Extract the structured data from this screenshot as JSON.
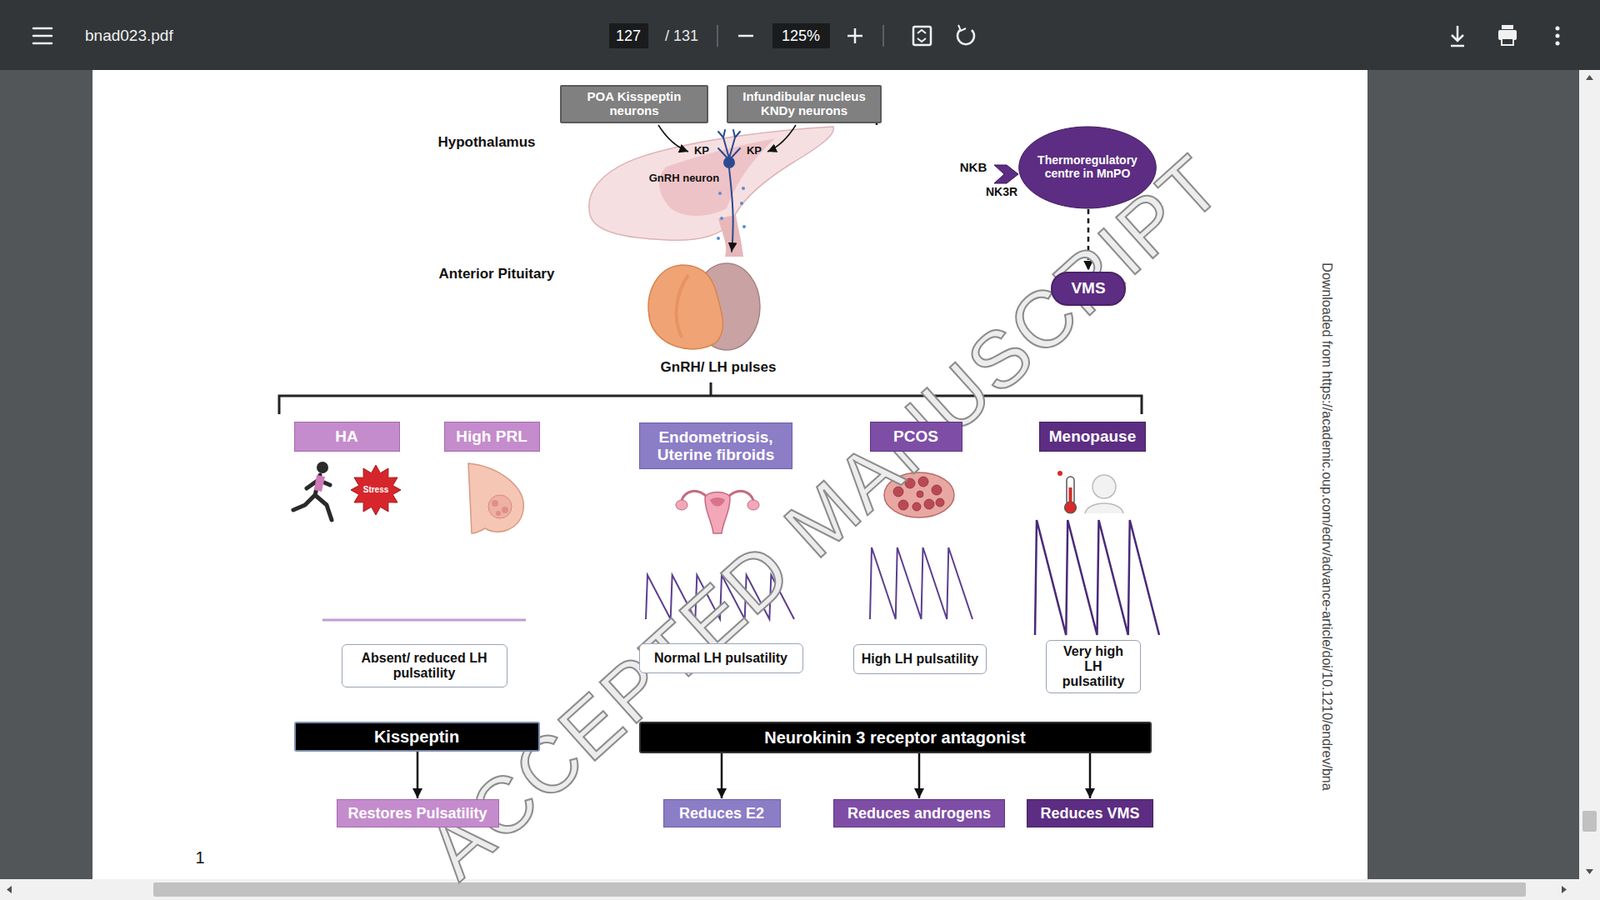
{
  "diagram": {
    "nodes": [
      {
        "text": [
          "POA Kisspeptin neurons"
        ]
      },
      {
        "text": [
          "Infundibular nucleus KNDy neurons"
        ]
      },
      {
        "text": [
          "Thermoregulatory centre in MnPO"
        ]
      },
      {
        "text": [
          "VMS"
        ]
      },
      {
        "text": [
          "HA"
        ]
      },
      {
        "text": [
          "High PRL"
        ]
      },
      {
        "text": [
          "Endometriosis, Uterine fibroids"
        ]
      },
      {
        "text": [
          "PCOS"
        ]
      },
      {
        "text": [
          "Menopause"
        ]
      },
      {
        "text": [
          "Absent/ reduced LH pulsatility"
        ]
      },
      {
        "text": [
          "Normal LH pulsatility"
        ]
      },
      {
        "text": [
          "High LH pulsatility"
        ]
      },
      {
        "text": [
          "Very high LH pulsatility"
        ]
      },
      {
        "text": [
          "Kisspeptin"
        ]
      },
      {
        "text": [
          "Neurokinin 3 receptor antagonist"
        ]
      },
      {
        "text": [
          "Restores Pulsatility"
        ]
      },
      {
        "text": [
          "Reduces E2"
        ]
      },
      {
        "text": [
          "Reduces androgens"
        ]
      },
      {
        "text": [
          "Reduces VMS"
        ]
      }
    ],
    "edges": [
      {
        "from": 1,
        "to": 2,
        "arrow": "to"
      },
      {
        "from": 2,
        "to": 3,
        "arrow": "to"
      },
      {
        "from": 13,
        "to": 15,
        "arrow": "to"
      },
      {
        "from": 14,
        "to": 16,
        "arrow": "to"
      },
      {
        "from": 14,
        "to": 17,
        "arrow": "to"
      },
      {
        "from": 14,
        "to": 18,
        "arrow": "to"
      }
    ],
    "labels": [
      "bnad023.pdf",
      "127",
      "/ 131",
      "125%",
      "Hypothalamus",
      "KP",
      "KP",
      "GnRH neuron",
      "NKB",
      "NK3R",
      "Anterior Pituitary",
      "GnRH/ LH pulses",
      "Stress",
      "ACCEPTED MANUSCRIPT",
      "Downloaded from https://academic.oup.com/edrv/advance-article/doi/10.1210/endrev/bna",
      "1"
    ]
  }
}
